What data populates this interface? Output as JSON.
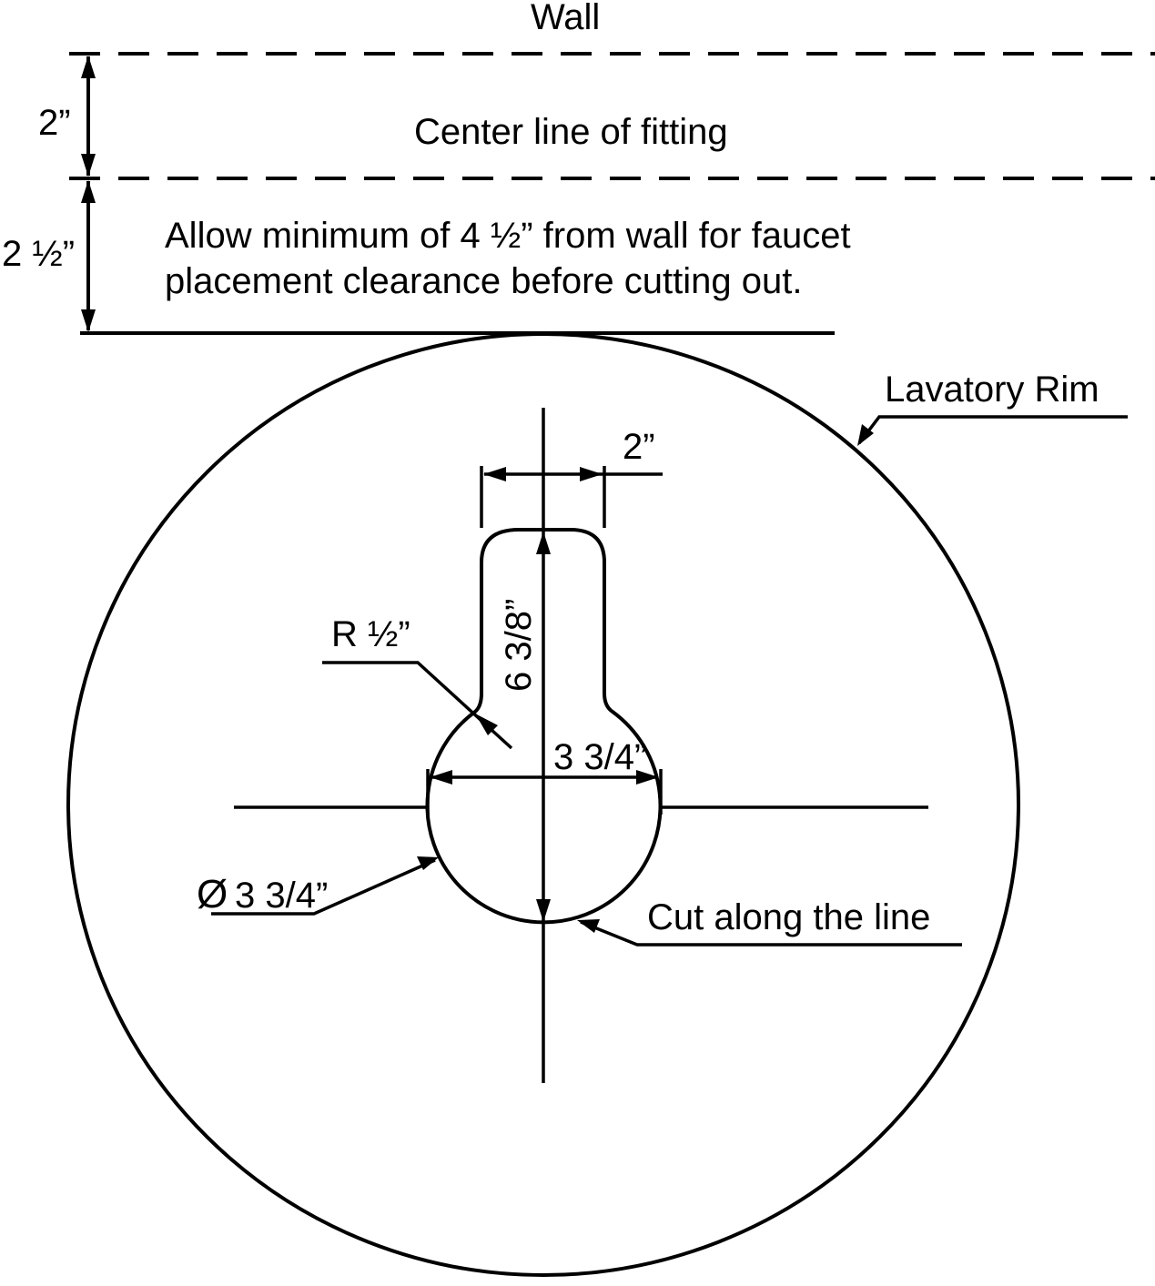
{
  "labels": {
    "wall": "Wall",
    "center_line": "Center line of fitting",
    "dim_2in_left": "2”",
    "dim_2_half_left": "2 ½”",
    "allowance_line1": "Allow minimum of 4 ½” from wall for faucet",
    "allowance_line2": "placement clearance before cutting out.",
    "lavatory_rim": "Lavatory Rim",
    "dim_slot_width": "2”",
    "dim_slot_height": "6 3/8”",
    "radius": "R ½”",
    "dim_hole_width": "3 3/4”",
    "diameter_symbol": "Ø",
    "diameter_value": "3 3/4”",
    "cut_along": "Cut along the line"
  }
}
